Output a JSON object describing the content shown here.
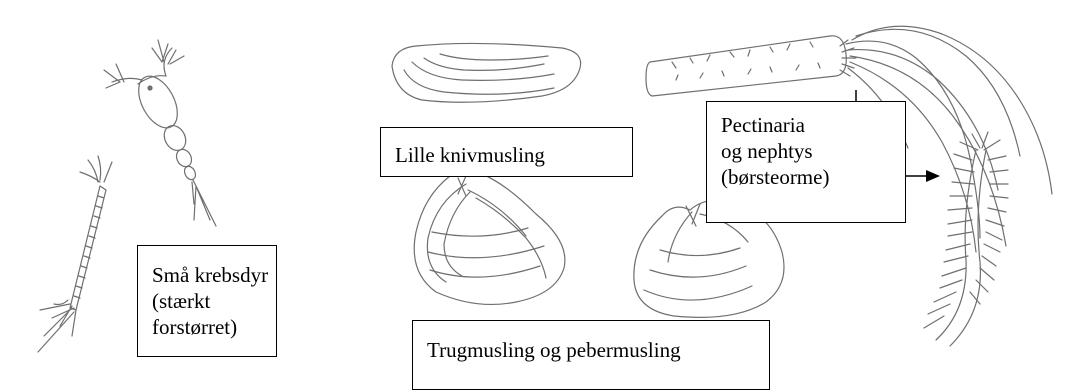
{
  "labels": {
    "small_crustaceans": {
      "line1": "Små krebsdyr",
      "line2": "(stærkt",
      "line3": "forstørret)"
    },
    "knife_clam": "Lille knivmusling",
    "trough_shells": "Trugmusling og pebermusling",
    "bristle_worms": {
      "line1": "Pectinaria",
      "line2": "og nephtys",
      "line3": "(børsteorme)"
    }
  },
  "colors": {
    "ink": "#000000",
    "sketch": "#6f6f6f",
    "background": "#ffffff"
  }
}
